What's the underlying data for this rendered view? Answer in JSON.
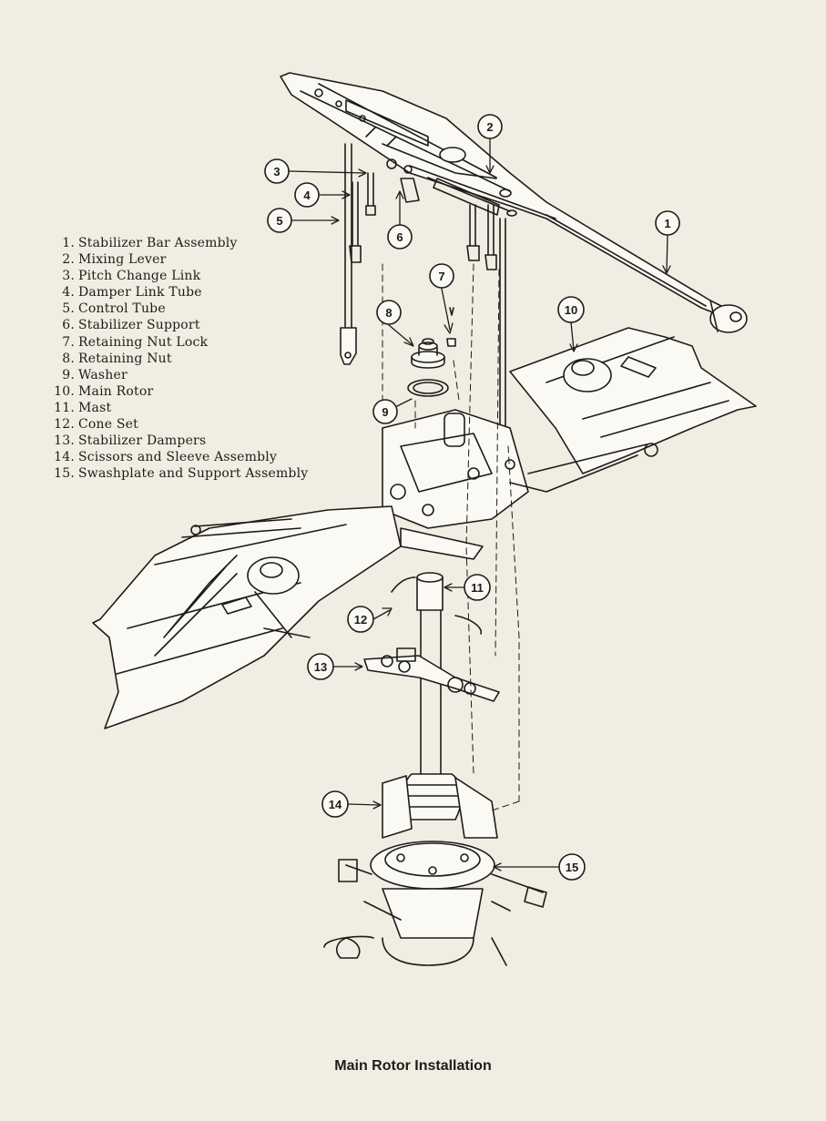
{
  "legend": [
    {
      "num": "1.",
      "label": "Stabilizer Bar Assembly"
    },
    {
      "num": "2.",
      "label": "Mixing Lever"
    },
    {
      "num": "3.",
      "label": "Pitch Change Link"
    },
    {
      "num": "4.",
      "label": "Damper Link Tube"
    },
    {
      "num": "5.",
      "label": "Control Tube"
    },
    {
      "num": "6.",
      "label": "Stabilizer Support"
    },
    {
      "num": "7.",
      "label": "Retaining Nut Lock"
    },
    {
      "num": "8.",
      "label": "Retaining Nut"
    },
    {
      "num": "9.",
      "label": "Washer"
    },
    {
      "num": "10.",
      "label": "Main Rotor"
    },
    {
      "num": "11.",
      "label": "Mast"
    },
    {
      "num": "12.",
      "label": "Cone Set"
    },
    {
      "num": "13.",
      "label": "Stabilizer Dampers"
    },
    {
      "num": "14.",
      "label": "Scissors and Sleeve Assembly"
    },
    {
      "num": "15.",
      "label": "Swashplate and Support Assembly"
    }
  ],
  "callouts": [
    "1",
    "2",
    "3",
    "4",
    "5",
    "6",
    "7",
    "8",
    "9",
    "10",
    "11",
    "12",
    "13",
    "14",
    "15"
  ],
  "caption": "Main Rotor Installation",
  "colors": {
    "paper": "#f1ede2",
    "ink": "#1e1c1a"
  }
}
